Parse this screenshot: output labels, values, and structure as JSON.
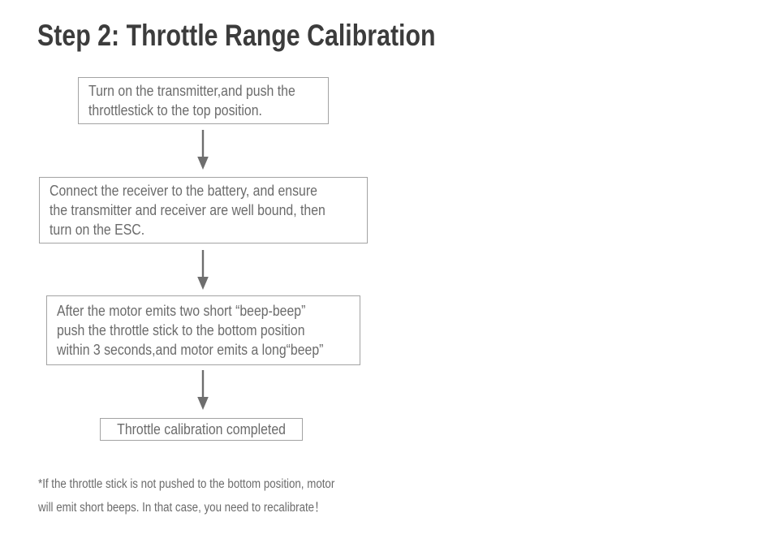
{
  "page": {
    "title": "Step 2: Throttle Range Calibration",
    "footnote": "*If the throttle stick is not pushed to the bottom position, motor\nwill emit short beeps. In that case, you need to recalibrate！"
  },
  "flowchart": {
    "connector": "arrow-down",
    "steps": [
      {
        "label": "Turn on the transmitter,and push the\nthrottlestick to the top position."
      },
      {
        "label": "Connect the receiver to the battery, and ensure\nthe transmitter and receiver are well bound, then\nturn on the ESC."
      },
      {
        "label": "After the motor emits two short “beep-beep”\npush the throttle stick to the bottom position\nwithin 3 seconds,and motor emits a long“beep”"
      },
      {
        "label": "Throttle calibration completed"
      }
    ]
  },
  "colors": {
    "background": "#ffffff",
    "title_text": "#3c3c3c",
    "box_border": "#a3a3a3",
    "box_text": "#6b6b6b",
    "arrow": "#6e6e6e",
    "footnote_text": "#6b6b6b"
  }
}
